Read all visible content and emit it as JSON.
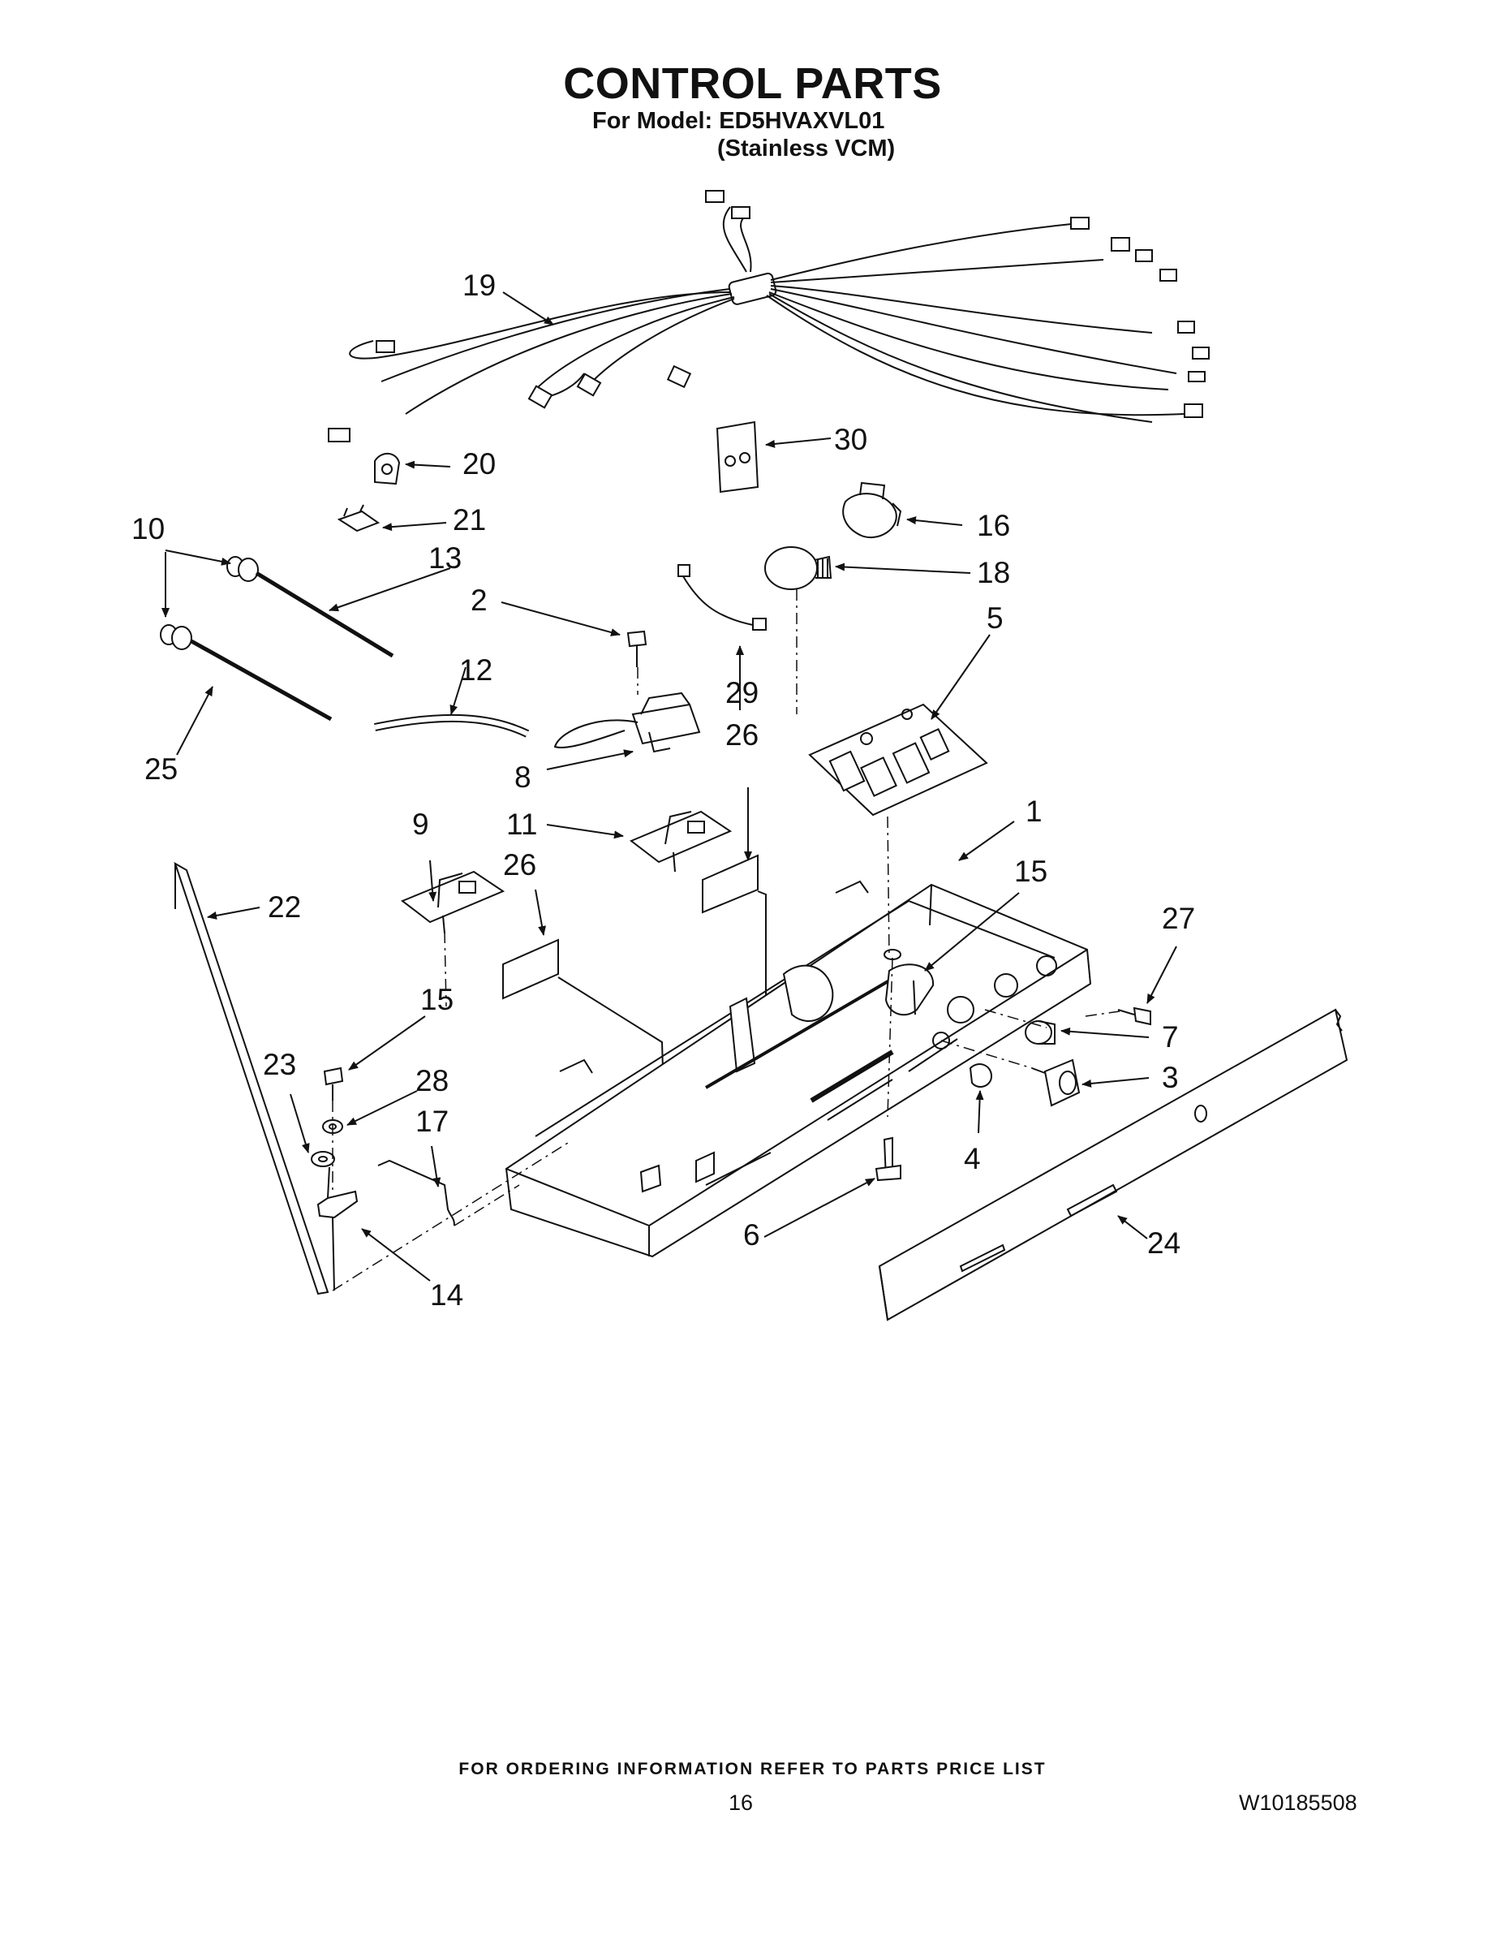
{
  "header": {
    "title": "CONTROL PARTS",
    "model_line": "For Model: ED5HVAXVL01",
    "finish_line": "(Stainless VCM)"
  },
  "callouts": {
    "c1": "1",
    "c2": "2",
    "c3": "3",
    "c4": "4",
    "c5": "5",
    "c6": "6",
    "c7": "7",
    "c8": "8",
    "c9": "9",
    "c10": "10",
    "c11": "11",
    "c12": "12",
    "c13": "13",
    "c14": "14",
    "c15a": "15",
    "c15b": "15",
    "c16": "16",
    "c17": "17",
    "c18": "18",
    "c19": "19",
    "c20": "20",
    "c21": "21",
    "c22": "22",
    "c23": "23",
    "c24": "24",
    "c25": "25",
    "c26a": "26",
    "c26b": "26",
    "c27": "27",
    "c28": "28",
    "c29": "29",
    "c30": "30"
  },
  "footer": {
    "ordering_note": "FOR ORDERING INFORMATION REFER TO PARTS PRICE LIST",
    "page_number": "16",
    "document_number": "W10185508"
  }
}
